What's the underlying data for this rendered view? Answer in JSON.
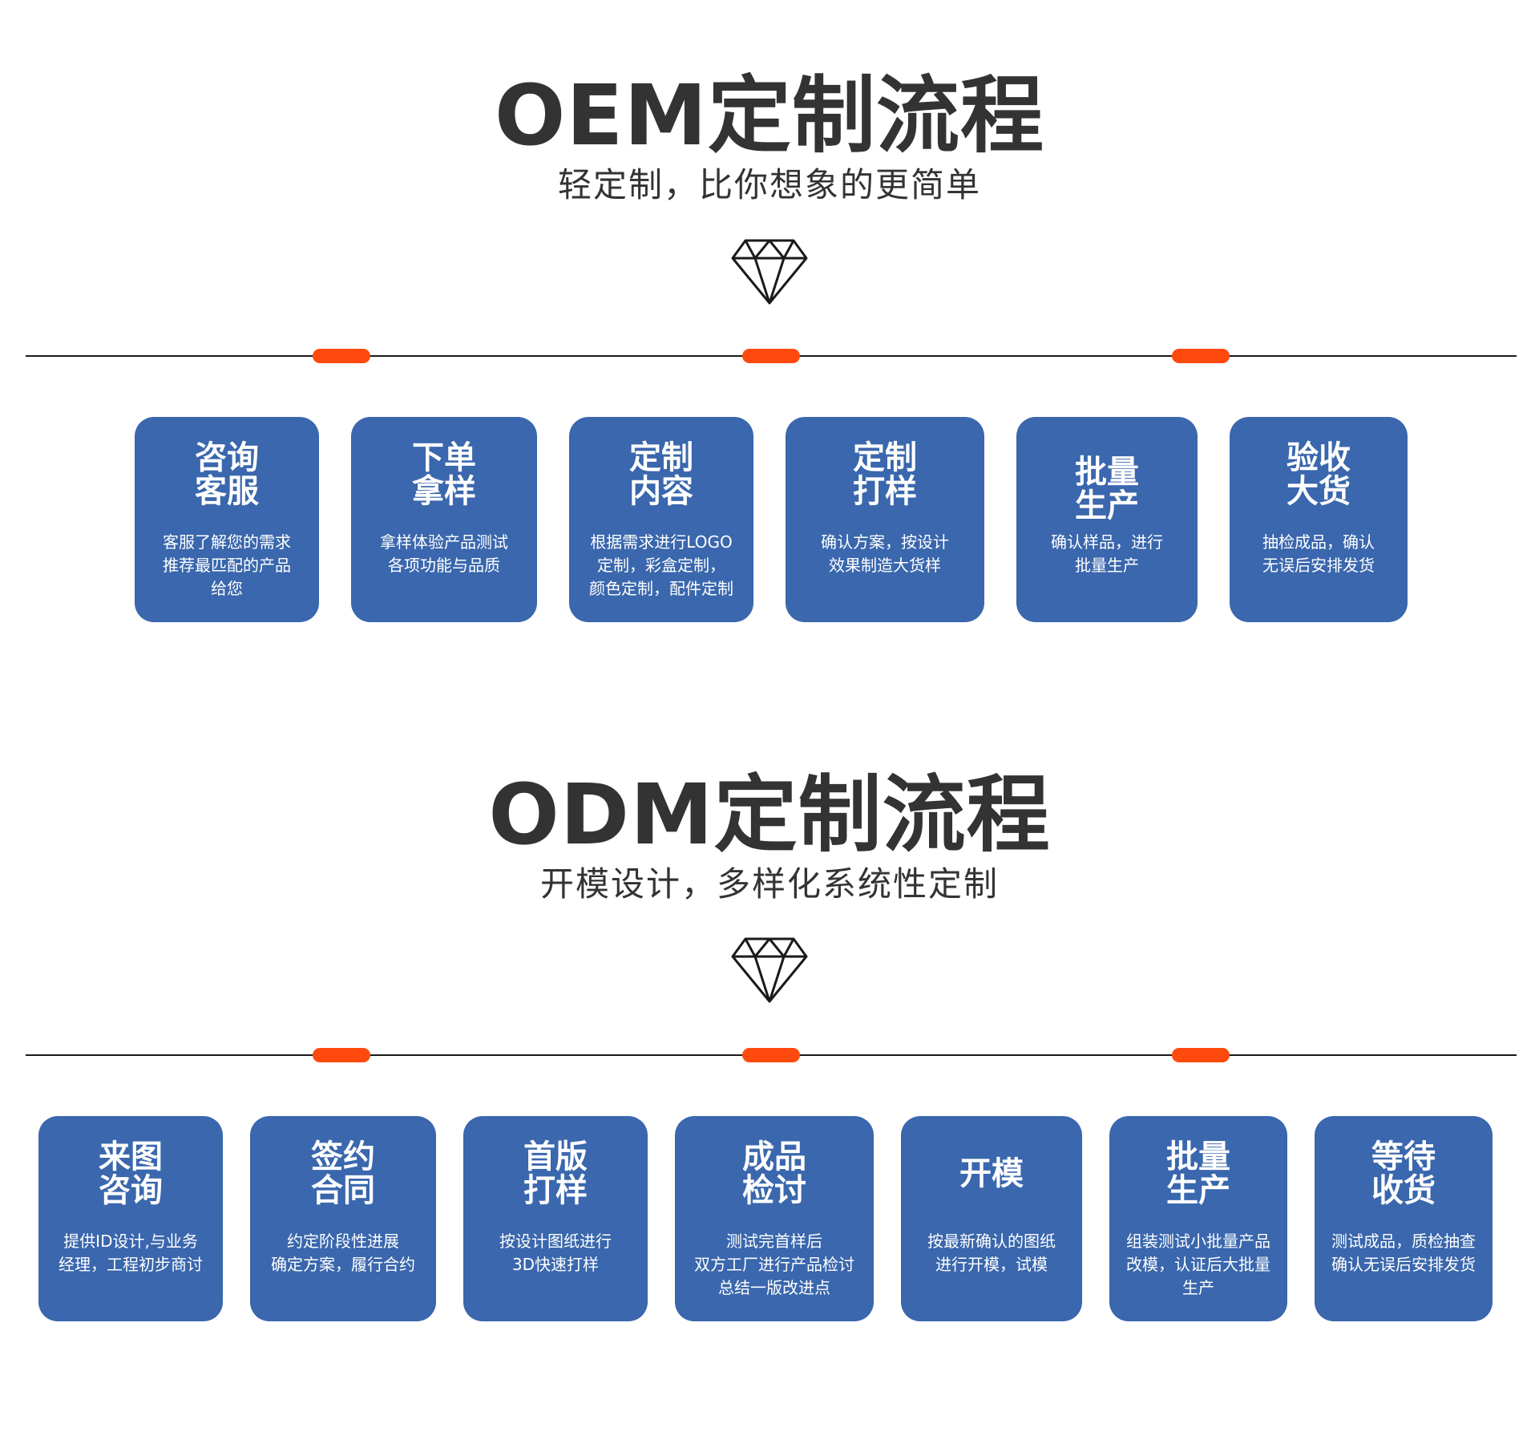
{
  "oem": {
    "title": "OEM定制流程",
    "subtitle": "轻定制，比你想象的更简单",
    "steps": [
      {
        "title": "咨询\n客服",
        "desc": "客服了解您的需求\n推荐最匹配的产品\n给您"
      },
      {
        "title": "下单\n拿样",
        "desc": "拿样体验产品测试\n各项功能与品质"
      },
      {
        "title": "定制\n内容",
        "desc": "根据需求进行LOGO\n定制，彩盒定制，\n颜色定制，配件定制"
      },
      {
        "title": "定制\n打样",
        "desc": "确认方案，按设计\n效果制造大货样"
      },
      {
        "title": "批量\n生产",
        "desc": "确认样品，进行\n批量生产"
      },
      {
        "title": "验收\n大货",
        "desc": "抽检成品，确认\n无误后安排发货"
      }
    ]
  },
  "odm": {
    "title": "ODM定制流程",
    "subtitle": "开模设计，多样化系统性定制",
    "steps": [
      {
        "title": "来图\n咨询",
        "desc": "提供ID设计,与业务\n经理，工程初步商讨"
      },
      {
        "title": "签约\n合同",
        "desc": "约定阶段性进展\n确定方案，履行合约"
      },
      {
        "title": "首版\n打样",
        "desc": "按设计图纸进行\n3D快速打样"
      },
      {
        "title": "成品\n检讨",
        "desc": "测试完首样后\n双方工厂进行产品检讨\n总结一版改进点"
      },
      {
        "title": "开模",
        "desc": "按最新确认的图纸\n进行开模，试模"
      },
      {
        "title": "批量\n生产",
        "desc": "组装测试小批量产品\n改模，认证后大批量\n生产"
      },
      {
        "title": "等待\n收货",
        "desc": "测试成品，质检抽查\n确认无误后安排发货"
      }
    ]
  },
  "colors": {
    "card": "#3a67ad",
    "accent": "#ff4a0f",
    "title": "#333333"
  },
  "icons": {
    "section_icon": "diamond-icon"
  }
}
